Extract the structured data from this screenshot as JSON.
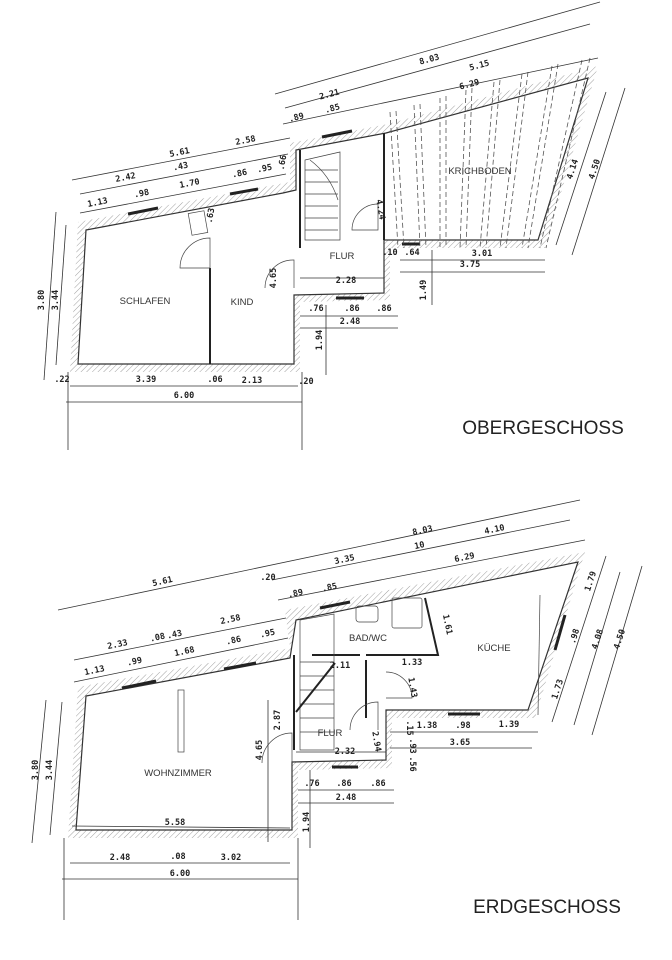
{
  "upper": {
    "title": "OBERGESCHOSS",
    "rooms": {
      "schlafen": "SCHLAFEN",
      "kind": "KIND",
      "flur": "FLUR",
      "krichboden": "KRICHBODEN"
    },
    "dims": [
      "5.61",
      "2.58",
      "2.42",
      ".43",
      "1.13",
      ".98",
      "1.70",
      ".86",
      ".95",
      ".66",
      ".63",
      "8.03",
      "5.15",
      "2.21",
      "6.29",
      ".89",
      ".85",
      "4.24",
      "4.65",
      "2.28",
      ".10",
      ".64",
      "3.01",
      "3.75",
      "1.49",
      ".76",
      ".86",
      ".86",
      "2.48",
      "1.94",
      "3.80",
      "3.44",
      ".22",
      "3.39",
      ".06",
      "2.13",
      ".20",
      "6.00",
      "4.14",
      "4.50"
    ]
  },
  "lower": {
    "title": "ERDGESCHOSS",
    "rooms": {
      "wohnzimmer": "WOHNZIMMER",
      "flur": "FLUR",
      "bad": "BAD/WC",
      "kueche": "KÜCHE"
    },
    "dims": [
      "8.03",
      "5.61",
      ".20",
      "3.35",
      "10",
      "4.10",
      ".89",
      ".85",
      "6.29",
      "2.58",
      "2.33",
      ".08",
      ".43",
      "1.13",
      ".99",
      "1.68",
      ".86",
      ".95",
      "1.61",
      "2.11",
      "1.33",
      "1.43",
      "2.87",
      "2.94",
      "4.65",
      "2.32",
      ".15",
      ".93",
      ".56",
      "1.38",
      ".98",
      "1.39",
      "3.65",
      ".76",
      ".86",
      ".86",
      "2.48",
      "1.94",
      "3.80",
      "3.44",
      "5.58",
      "2.48",
      ".08",
      "3.02",
      "6.00",
      "1.79",
      ".98",
      "1.73",
      "4.08",
      "4.50"
    ]
  }
}
